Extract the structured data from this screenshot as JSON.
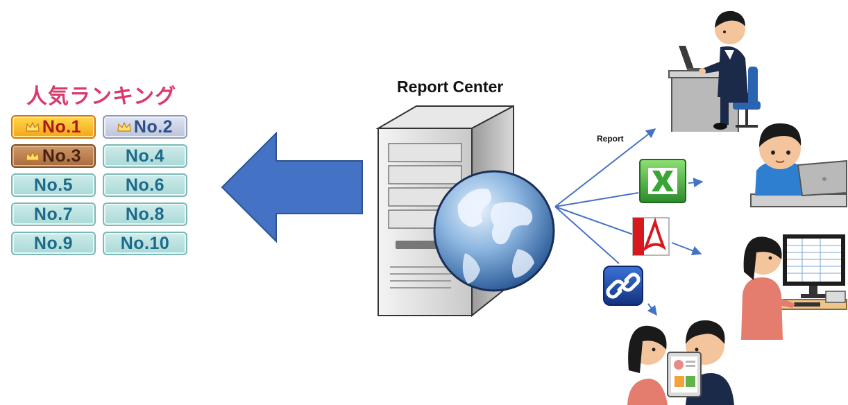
{
  "ranking": {
    "title": "人気ランキング",
    "items": [
      {
        "label": "No.1",
        "tier": "gold",
        "crown": true
      },
      {
        "label": "No.2",
        "tier": "silver",
        "crown": true
      },
      {
        "label": "No.3",
        "tier": "bronze",
        "crown": true
      },
      {
        "label": "No.4",
        "tier": "normal",
        "crown": false
      },
      {
        "label": "No.5",
        "tier": "normal",
        "crown": false
      },
      {
        "label": "No.6",
        "tier": "normal",
        "crown": false
      },
      {
        "label": "No.7",
        "tier": "normal",
        "crown": false
      },
      {
        "label": "No.8",
        "tier": "normal",
        "crown": false
      },
      {
        "label": "No.9",
        "tier": "normal",
        "crown": false
      },
      {
        "label": "No.10",
        "tier": "normal",
        "crown": false
      }
    ]
  },
  "server": {
    "title": "Report Center",
    "icon": "web-server-globe-icon"
  },
  "flow": {
    "label": "Report"
  },
  "outputs": {
    "icons": [
      "excel-icon",
      "pdf-icon",
      "link-icon"
    ]
  },
  "people": [
    "office-worker-desk",
    "person-laptop",
    "person-spreadsheet-monitor",
    "couple-viewing-tablet"
  ],
  "colors": {
    "arrow": "#4472c4",
    "ranking_title": "#d93a6c",
    "badge_gold": "#f3a51a",
    "badge_silver": "#bcc4da",
    "badge_bronze": "#a86b3c",
    "badge_normal": "#a9d9d6",
    "badge_text": "#1d6a8a",
    "excel_green": "#39a535",
    "pdf_red": "#d8181c",
    "link_blue": "#1a47a8",
    "globe_blue": "#2f6fb4"
  }
}
